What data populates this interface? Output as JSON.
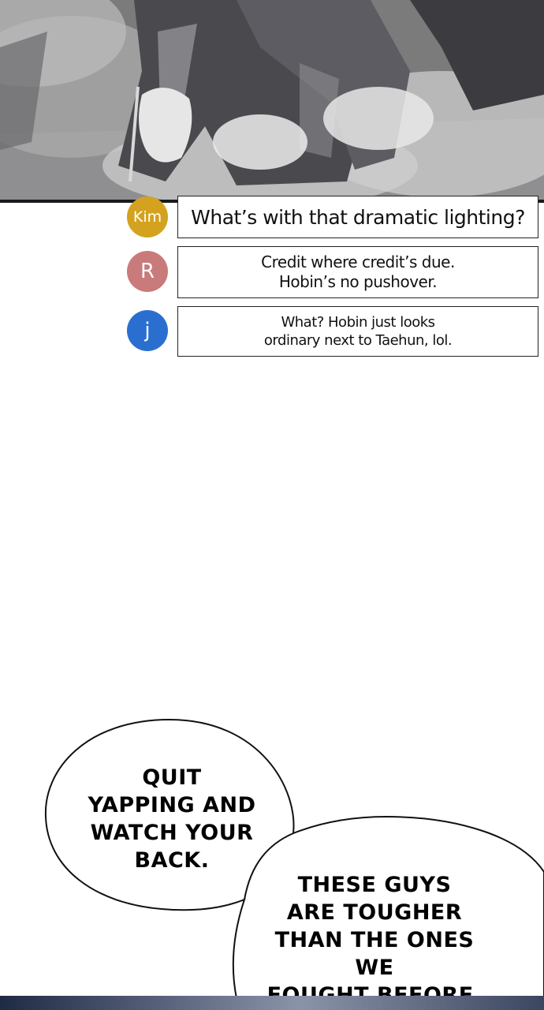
{
  "comments": [
    {
      "avatar_text": "Kim",
      "avatar_color": "#d4a21e",
      "lines": [
        "What’s with that dramatic lighting?"
      ]
    },
    {
      "avatar_text": "R",
      "avatar_color": "#c97a7a",
      "lines": [
        "Credit where credit’s due.",
        "Hobin’s no pushover."
      ]
    },
    {
      "avatar_text": "j",
      "avatar_color": "#2a6fd0",
      "lines": [
        "What? Hobin just looks",
        "ordinary next to Taehun, lol."
      ]
    }
  ],
  "speech_bubbles": [
    {
      "lines": [
        "QUIT",
        "YAPPING AND",
        "WATCH YOUR",
        "BACK."
      ]
    },
    {
      "lines": [
        "THESE GUYS",
        "ARE TOUGHER",
        "THAN THE ONES WE",
        "FOUGHT BEFORE."
      ]
    }
  ]
}
